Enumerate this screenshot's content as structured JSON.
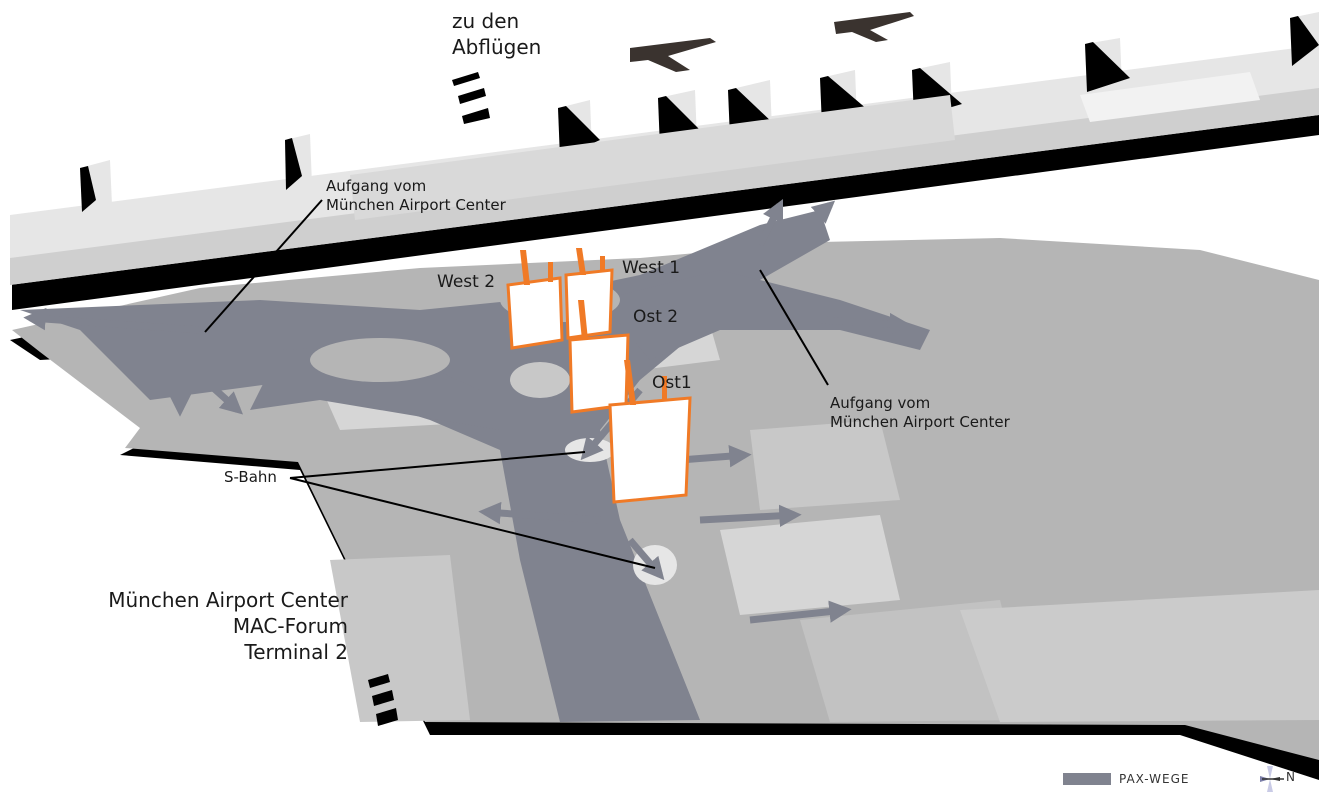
{
  "labels": {
    "departures": "zu den\nAbflügen",
    "stairs_west": "Aufgang vom\nMünchen Airport Center",
    "stairs_east": "Aufgang vom\nMünchen Airport Center",
    "gate_west2": "West 2",
    "gate_west1": "West 1",
    "gate_ost2": "Ost 2",
    "gate_ost1": "Ost1",
    "sbahn": "S-Bahn",
    "mac": "München Airport Center\nMAC-Forum\nTerminal 2"
  },
  "legend": {
    "label": "PAX-WEGE",
    "color": "#80838f"
  },
  "compass": {
    "label": "N"
  },
  "colors": {
    "building": "#e2e2e2",
    "building_dark": "#c9c9c9",
    "floor": "#b5b5b5",
    "floor_light": "#d6d6d6",
    "path": "#80838f",
    "shadow": "#000000",
    "accent": "#f07a26",
    "plane": "#3a332f"
  }
}
